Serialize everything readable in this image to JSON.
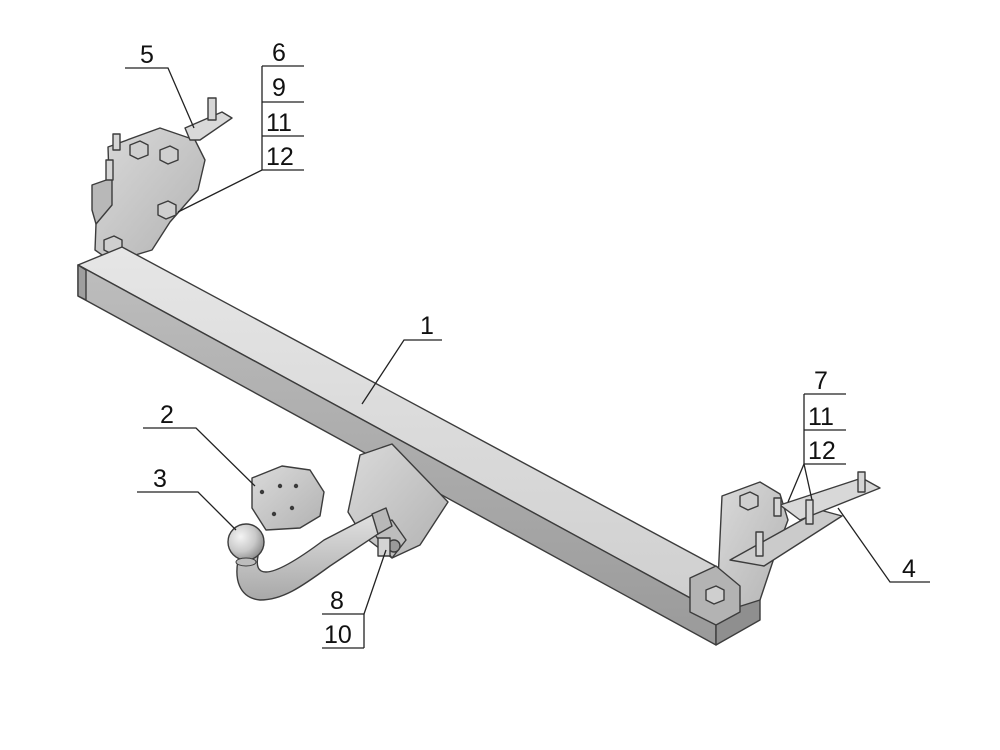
{
  "colors": {
    "background": "#ffffff",
    "part_light": "#dedede",
    "part_mid": "#c6c6c6",
    "part_dark": "#a4a4a4",
    "part_shadow": "#8c8c8c",
    "outline": "#3c3c3c",
    "leader": "#222222"
  },
  "callouts": {
    "c1": "1",
    "c2": "2",
    "c3": "3",
    "c4": "4",
    "c5": "5",
    "stack_left": [
      "6",
      "9",
      "11",
      "12"
    ],
    "stack_right": [
      "7",
      "11",
      "12"
    ],
    "stack_ball": [
      "8",
      "10"
    ]
  }
}
